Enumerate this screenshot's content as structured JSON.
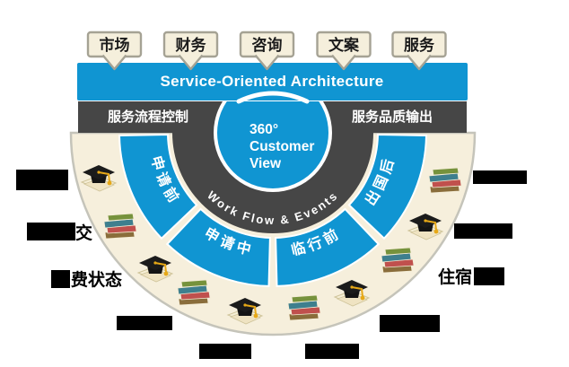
{
  "title_banner": "Service-Oriented Architecture",
  "departments": [
    "市场",
    "财务",
    "咨询",
    "文案",
    "服务"
  ],
  "control_bar": {
    "left_label": "服务流程控制",
    "right_label": "服务品质输出"
  },
  "center_circle": {
    "line1": "360°",
    "line2": "Customer",
    "line3": "View"
  },
  "ring_label": "Work Flow & Events",
  "stages": [
    "申请前",
    "申请中",
    "临行前",
    "出国后"
  ],
  "outer_labels": [
    {
      "visible_text": "",
      "redacted": true
    },
    {
      "visible_text": "交",
      "redacted": true
    },
    {
      "visible_text": "费状态",
      "redacted": true
    },
    {
      "visible_text": "",
      "redacted": true
    },
    {
      "visible_text": "",
      "redacted": true
    },
    {
      "visible_text": "",
      "redacted": true
    },
    {
      "visible_text": "",
      "redacted": true
    },
    {
      "visible_text": "住宿",
      "redacted": true
    },
    {
      "visible_text": "",
      "redacted": true
    },
    {
      "visible_text": "",
      "redacted": true
    }
  ],
  "icons": {
    "cap": "graduation-cap-icon",
    "books": "book-stack-icon"
  },
  "colors": {
    "blue": "#1095d2",
    "dark_gray": "#464646",
    "cream": "#f6efdc",
    "box_border": "#a5a294",
    "redaction_black": "#000000"
  }
}
